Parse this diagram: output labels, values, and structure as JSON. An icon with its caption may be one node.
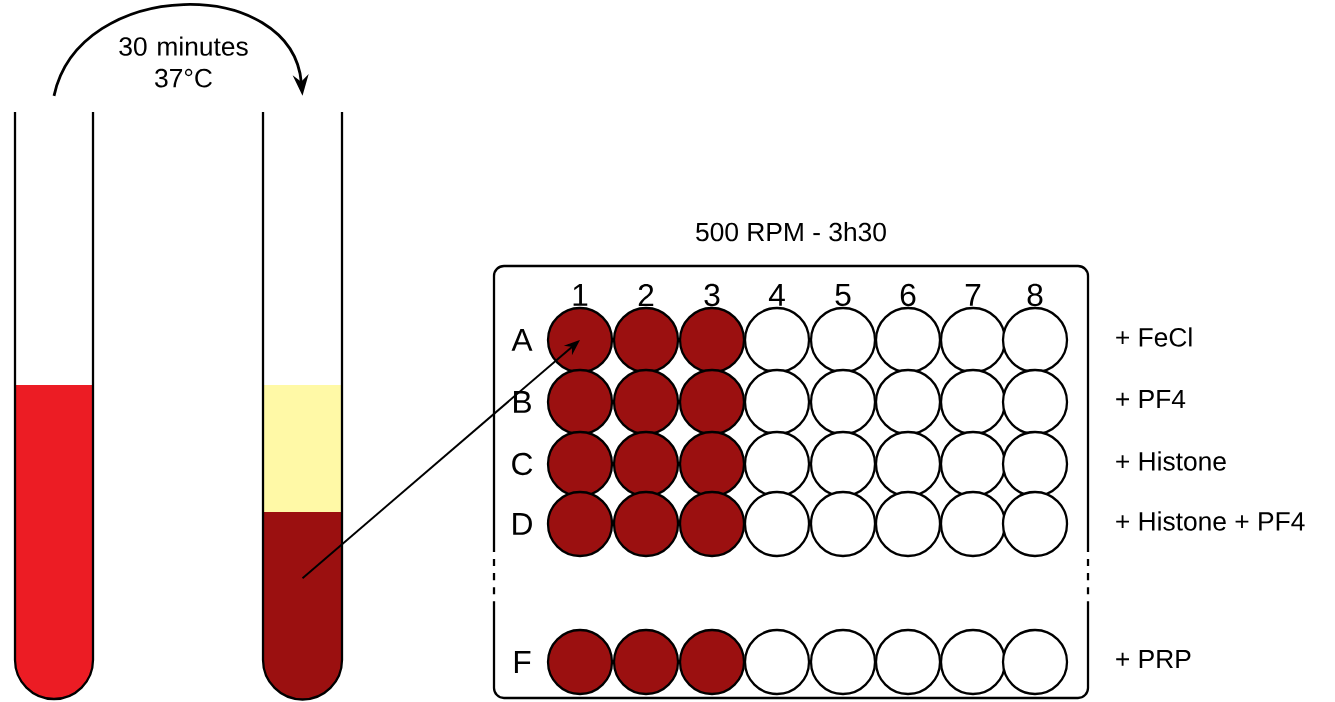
{
  "diagram": {
    "nodes": [
      {
        "text": [],
        "shape": "tube"
      },
      {
        "text": [],
        "shape": "tube"
      },
      {
        "text": [
          "500 RPM - 3h30"
        ]
      },
      {
        "text": [],
        "shape": "layer",
        "in": 1
      },
      {
        "text": [],
        "shape": "circle",
        "in": 2
      },
      {
        "text": [],
        "shape": "circle",
        "in": 2
      },
      {
        "text": [],
        "shape": "circle",
        "in": 2
      },
      {
        "text": [],
        "shape": "circle",
        "in": 2
      },
      {
        "text": [],
        "shape": "circle",
        "in": 2
      },
      {
        "text": [],
        "shape": "circle",
        "in": 2
      },
      {
        "text": [],
        "shape": "circle",
        "in": 2
      },
      {
        "text": [],
        "shape": "circle",
        "in": 2
      },
      {
        "text": [],
        "shape": "circle",
        "in": 2
      },
      {
        "text": [],
        "shape": "circle",
        "in": 2
      },
      {
        "text": [],
        "shape": "circle",
        "in": 2
      },
      {
        "text": [],
        "shape": "circle",
        "in": 2
      },
      {
        "text": [],
        "shape": "circle",
        "in": 2
      },
      {
        "text": [],
        "shape": "circle",
        "in": 2
      },
      {
        "text": [],
        "shape": "circle",
        "in": 2
      },
      {
        "text": [],
        "shape": "circle",
        "in": 2
      },
      {
        "text": [],
        "shape": "circle",
        "in": 2
      },
      {
        "text": [],
        "shape": "circle",
        "in": 2
      },
      {
        "text": [],
        "shape": "circle",
        "in": 2
      },
      {
        "text": [],
        "shape": "circle",
        "in": 2
      },
      {
        "text": [],
        "shape": "circle",
        "in": 2
      },
      {
        "text": [],
        "shape": "circle",
        "in": 2
      },
      {
        "text": [],
        "shape": "circle",
        "in": 2
      },
      {
        "text": [],
        "shape": "circle",
        "in": 2
      },
      {
        "text": [],
        "shape": "circle",
        "in": 2
      },
      {
        "text": [],
        "shape": "circle",
        "in": 2
      },
      {
        "text": [],
        "shape": "circle",
        "in": 2
      },
      {
        "text": [],
        "shape": "circle",
        "in": 2
      },
      {
        "text": [],
        "shape": "circle",
        "in": 2
      },
      {
        "text": [],
        "shape": "circle",
        "in": 2
      },
      {
        "text": [],
        "shape": "circle",
        "in": 2
      },
      {
        "text": [],
        "shape": "circle",
        "in": 2
      },
      {
        "text": [],
        "shape": "circle",
        "in": 2
      },
      {
        "text": [],
        "shape": "circle",
        "in": 2
      },
      {
        "text": [],
        "shape": "circle",
        "in": 2
      },
      {
        "text": [],
        "shape": "circle",
        "in": 2
      },
      {
        "text": [],
        "shape": "circle",
        "in": 2
      },
      {
        "text": [],
        "shape": "circle",
        "in": 2
      },
      {
        "text": [],
        "shape": "circle",
        "in": 2
      },
      {
        "text": [],
        "shape": "circle",
        "in": 2
      }
    ],
    "edges": [
      {
        "from": 0,
        "to": 1,
        "arrow": "to",
        "label": "30 minutes 37°C"
      },
      {
        "from": 3,
        "to": 4,
        "arrow": "to"
      }
    ],
    "labels": [
      "1",
      "2",
      "3",
      "4",
      "5",
      "6",
      "7",
      "8",
      "A",
      "+ FeCl",
      "B",
      "+ PF4",
      "C",
      "+ Histone",
      "D",
      "+ Histone + PF4",
      "F",
      "+ PRP"
    ]
  }
}
